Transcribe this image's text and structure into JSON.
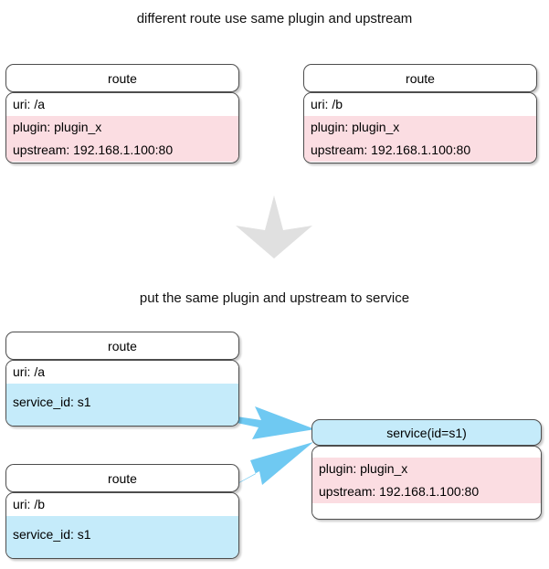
{
  "diagram": {
    "type": "concept-diagram",
    "background": "#ffffff",
    "colors": {
      "plugin_band": "#fbdde2",
      "service_band": "#c5ebfa",
      "arrow_blue": "#6fc9f2",
      "arrow_gray": "#e0e0e0",
      "box_border": "#4d4d4d"
    }
  },
  "top_section": {
    "caption": "different route use same plugin and upstream",
    "routes": [
      {
        "header": "route",
        "rows": [
          {
            "text": "uri: /a",
            "band": "white"
          },
          {
            "text": "plugin: plugin_x",
            "band": "pink"
          },
          {
            "text": "upstream: 192.168.1.100:80",
            "band": "pink"
          }
        ]
      },
      {
        "header": "route",
        "rows": [
          {
            "text": "uri: /b",
            "band": "white"
          },
          {
            "text": "plugin: plugin_x",
            "band": "pink"
          },
          {
            "text": "upstream: 192.168.1.100:80",
            "band": "pink"
          }
        ]
      }
    ]
  },
  "transform_arrow": {
    "direction": "down",
    "color": "#e0e0e0"
  },
  "bottom_section": {
    "caption": "put the same plugin and upstream to service",
    "routes": [
      {
        "header": "route",
        "rows": [
          {
            "text": "uri: /a",
            "band": "white"
          },
          {
            "text": "service_id: s1",
            "band": "blue"
          }
        ]
      },
      {
        "header": "route",
        "rows": [
          {
            "text": "uri: /b",
            "band": "white"
          },
          {
            "text": "service_id: s1",
            "band": "blue"
          }
        ]
      }
    ],
    "service": {
      "header": "service(id=s1)",
      "rows": [
        {
          "text": "plugin: plugin_x",
          "band": "pink"
        },
        {
          "text": "upstream: 192.168.1.100:80",
          "band": "pink"
        }
      ]
    },
    "links": [
      {
        "from": "route-a-service-id",
        "to": "service-node"
      },
      {
        "from": "route-b-service-id",
        "to": "service-node"
      }
    ]
  }
}
